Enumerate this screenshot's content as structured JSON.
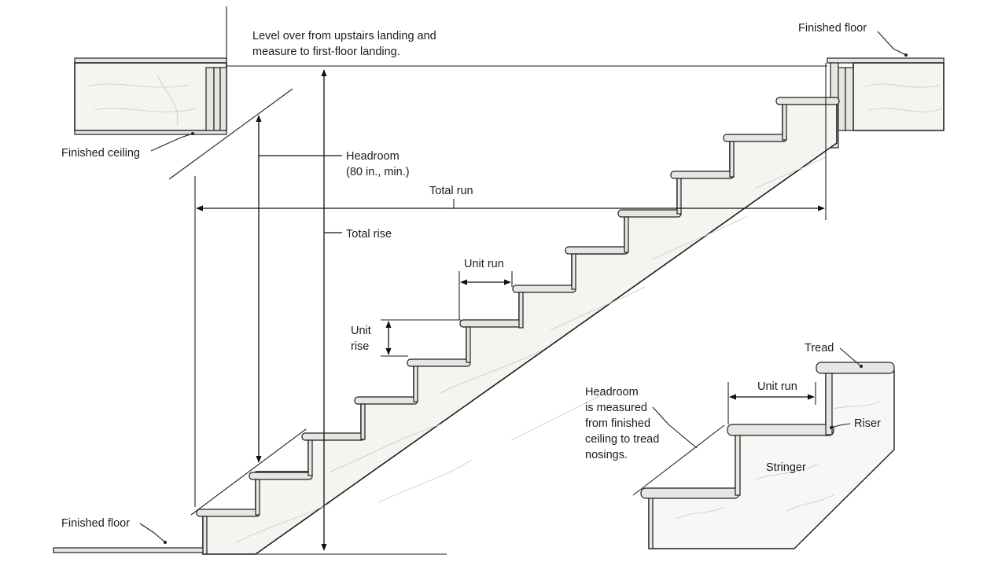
{
  "labels": {
    "level_over_line1": "Level over from upstairs landing and",
    "level_over_line2": "measure to first-floor landing.",
    "finished_floor_top": "Finished floor",
    "finished_ceiling": "Finished ceiling",
    "headroom_line1": "Headroom",
    "headroom_line2": "(80 in., min.)",
    "total_run": "Total run",
    "total_rise": "Total rise",
    "unit_run": "Unit run",
    "unit_rise_line1": "Unit",
    "unit_rise_line2": "rise",
    "finished_floor_bottom": "Finished floor"
  },
  "detail": {
    "tread": "Tread",
    "riser": "Riser",
    "stringer": "Stringer",
    "unit_run": "Unit run",
    "headroom_note": [
      "Headroom",
      "is measured",
      "from finished",
      "ceiling to tread",
      "nosings."
    ]
  },
  "colors": {
    "ink": "#1f1f1f",
    "wood_fill": "#f4f4f1",
    "grain": "#c9c9c3"
  }
}
